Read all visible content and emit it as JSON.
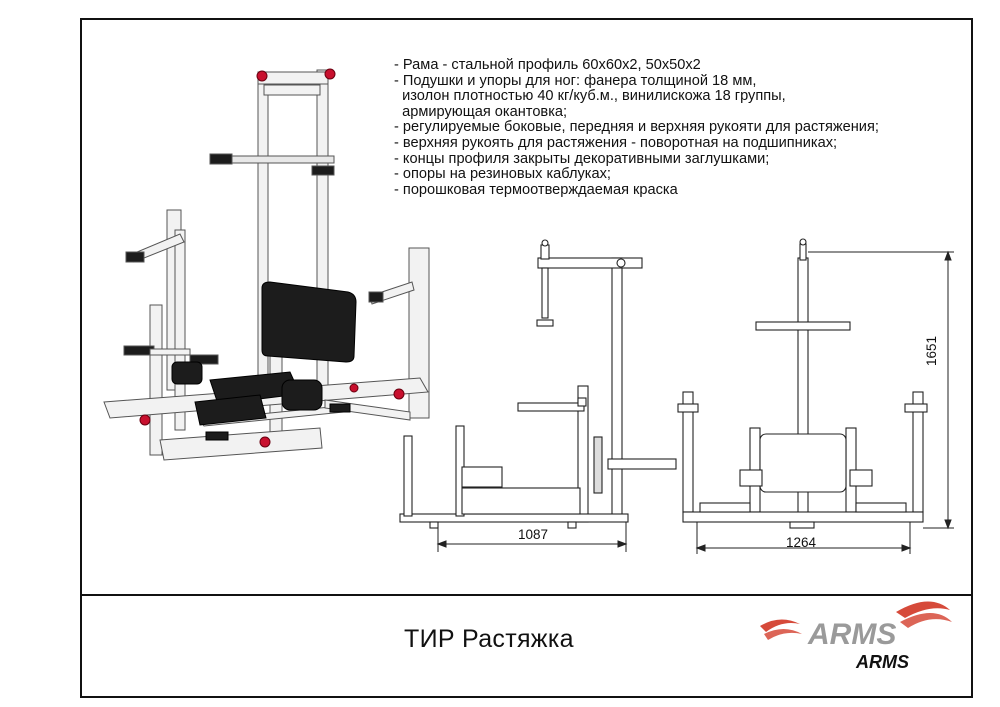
{
  "specs": [
    "- Рама - стальной профиль 60х60х2, 50х50х2",
    "- Подушки и упоры для ног: фанера толщиной 18 мм,",
    "  изолон плотностью 40 кг/куб.м., винилискожа 18 группы,",
    "  армирующая окантовка;",
    "- регулируемые боковые, передняя и верхняя рукояти для растяжения;",
    "- верхняя рукоять для растяжения - поворотная на подшипниках;",
    "- концы профиля закрыты декоративными заглушками;",
    "- опоры на резиновых каблуках;",
    "- порошковая термоотверждаемая краска"
  ],
  "dimensions": {
    "depth": "1087",
    "width": "1264",
    "height": "1651"
  },
  "title": "ТИР Растяжка",
  "logo": {
    "text_large": "ARMS",
    "text_small": "ARMS"
  },
  "colors": {
    "frame": "#111111",
    "steel": "#f2f2f2",
    "pad": "#1c1c1c",
    "accent": "#c8102e",
    "logo_red": "#d64a3a",
    "logo_grey": "#9a9a9a"
  }
}
